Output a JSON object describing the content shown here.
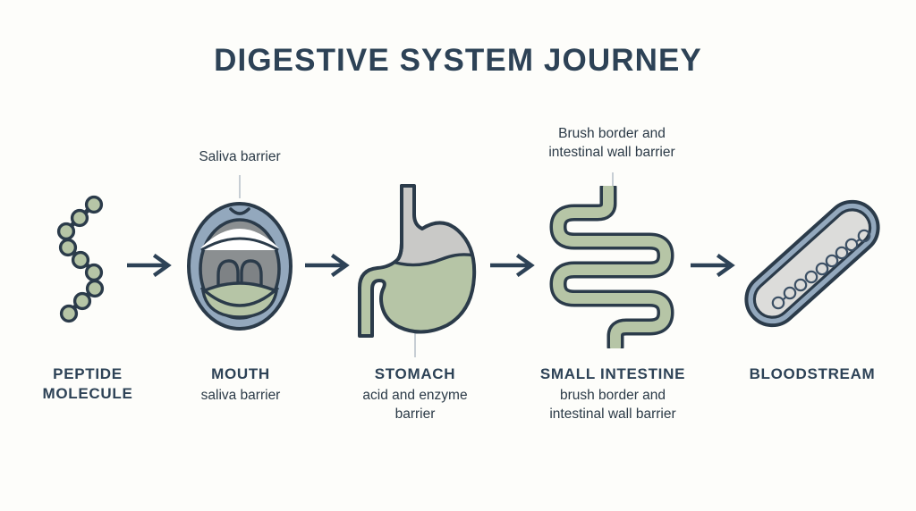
{
  "header": {
    "title": "DIGESTIVE SYSTEM JOURNEY"
  },
  "colors": {
    "background": "#fdfdfa",
    "ink_navy": "#2d4256",
    "outline_navy": "#2b3b4a",
    "green": "#adbf9a",
    "blue_gray": "#93a8bd",
    "gray_fill": "#c9c9c7",
    "mouth_interior": "#8b8f91",
    "connector_gray": "#c7ced4",
    "text_body": "#2b3a47"
  },
  "callouts": [
    {
      "id": "saliva",
      "text": "Saliva barrier",
      "lines": [
        "Saliva barrier"
      ],
      "points_to": "mouth"
    },
    {
      "id": "brush-border",
      "text": "Brush border and intestinal wall barrier",
      "lines": [
        "Brush border and",
        "intestinal wall barrier"
      ],
      "points_to": "small-intestine"
    }
  ],
  "stages": [
    {
      "id": "peptide-molecule",
      "name_lines": [
        "PEPTIDE",
        "MOLECULE"
      ],
      "name": "PEPTIDE MOLECULE",
      "sub_lines": [],
      "icon": "peptide-chain-icon",
      "bead_count": 9
    },
    {
      "id": "mouth",
      "name_lines": [
        "MOUTH"
      ],
      "name": "MOUTH",
      "sub_lines": [
        "saliva barrier"
      ],
      "icon": "mouth-icon"
    },
    {
      "id": "stomach",
      "name_lines": [
        "STOMACH"
      ],
      "name": "STOMACH",
      "sub_lines": [
        "acid and enzyme",
        "barrier"
      ],
      "icon": "stomach-icon"
    },
    {
      "id": "small-intestine",
      "name_lines": [
        "SMALL INTESTINE"
      ],
      "name": "SMALL INTESTINE",
      "sub_lines": [
        "brush border and",
        "intestinal wall barrier"
      ],
      "icon": "small-intestine-icon"
    },
    {
      "id": "bloodstream",
      "name_lines": [
        "BLOODSTREAM"
      ],
      "name": "BLOODSTREAM",
      "sub_lines": [],
      "icon": "blood-vessel-icon",
      "bead_count": 10
    }
  ],
  "arrows": [
    {
      "id": "arrow-peptide-to-mouth",
      "from": "peptide-molecule",
      "to": "mouth"
    },
    {
      "id": "arrow-mouth-to-stomach",
      "from": "mouth",
      "to": "stomach"
    },
    {
      "id": "arrow-stomach-to-intestine",
      "from": "stomach",
      "to": "small-intestine"
    },
    {
      "id": "arrow-intestine-to-bloodstream",
      "from": "small-intestine",
      "to": "bloodstream"
    }
  ]
}
